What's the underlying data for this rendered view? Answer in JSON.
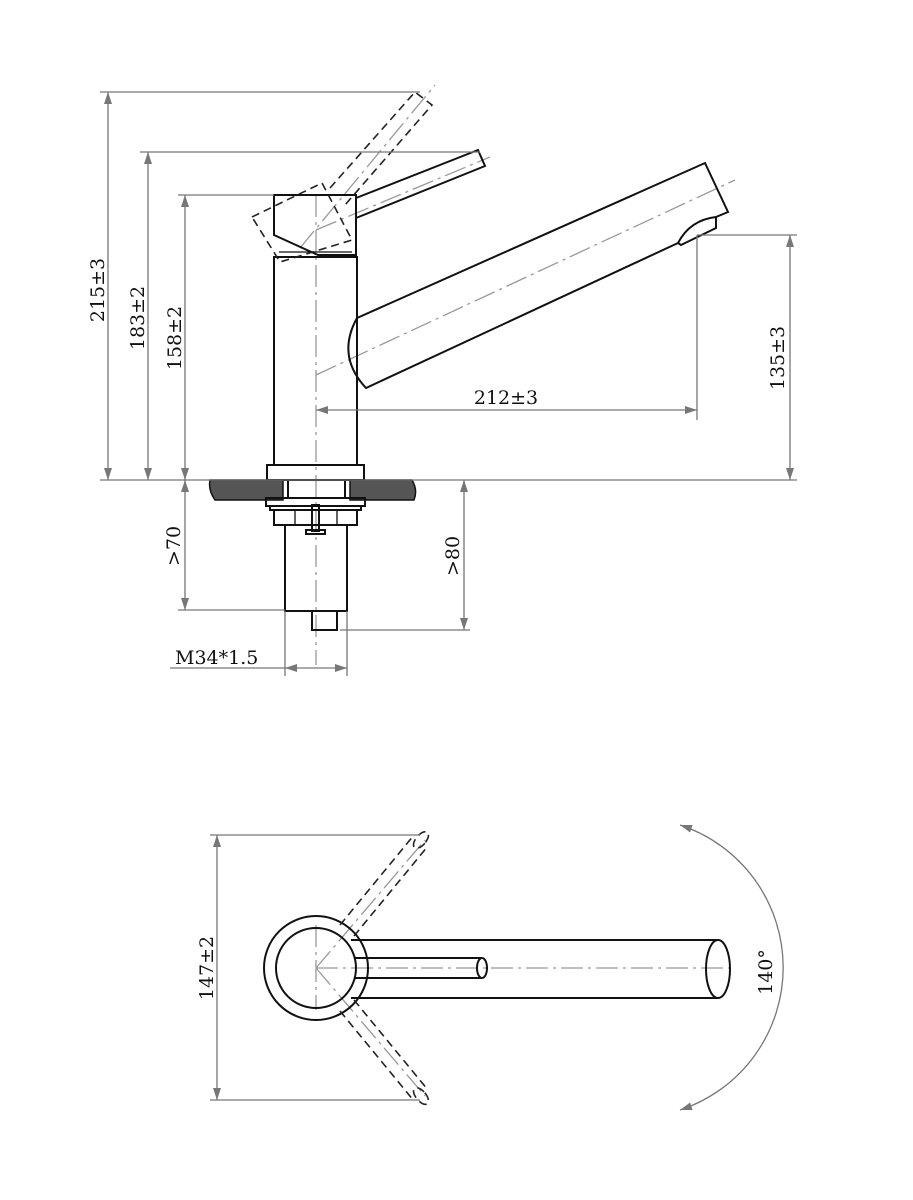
{
  "side_view": {
    "dims": {
      "total_height": "215±3",
      "lever_height": "183±2",
      "body_height": "158±2",
      "spout_height": "135±3",
      "spout_reach": "212±3",
      "min_below_70": ">70",
      "min_below_80": ">80",
      "thread": "M34*1.5"
    }
  },
  "top_view": {
    "dims": {
      "width": "147±2",
      "rotation": "140°"
    }
  },
  "colors": {
    "line": "#111111",
    "dimension": "#777777",
    "centerline": "#999999",
    "countertop": "#555555"
  }
}
